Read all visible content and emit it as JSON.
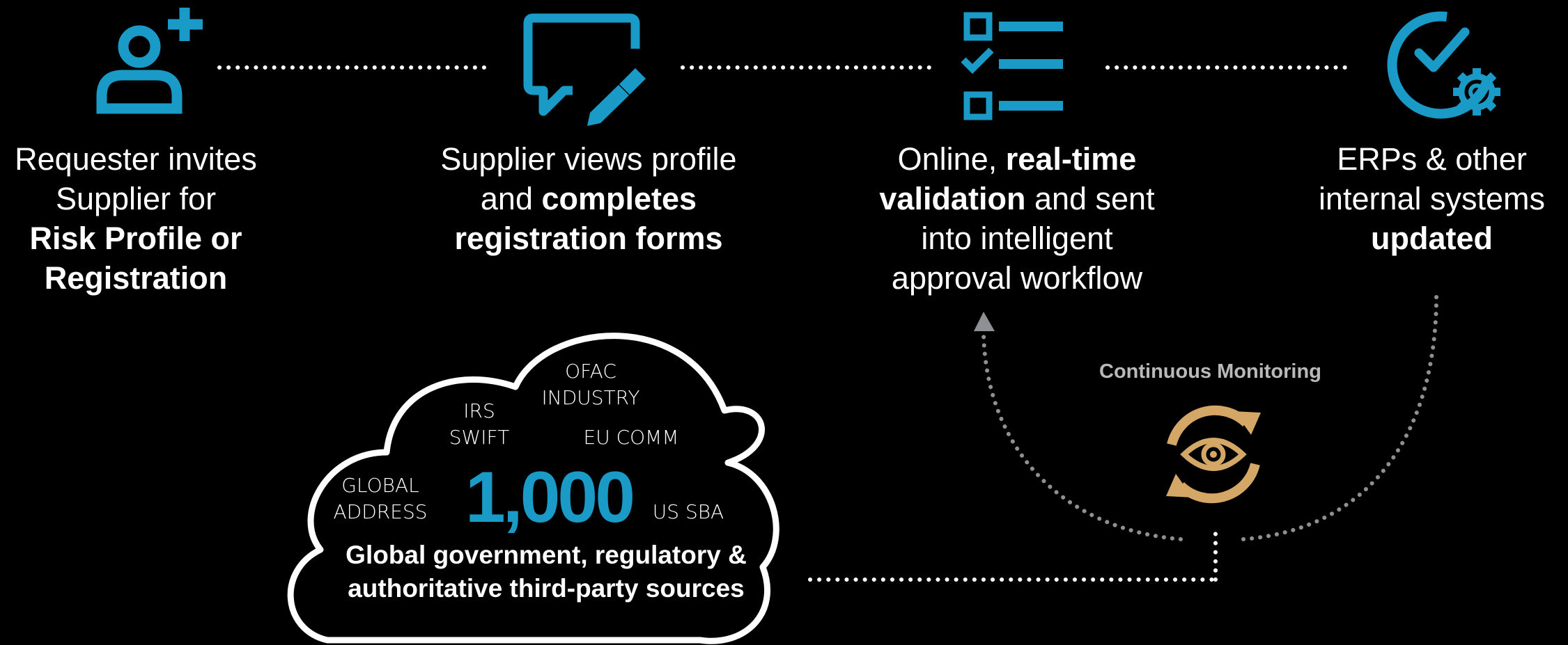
{
  "colors": {
    "accent_blue": "#1a9bc7",
    "monitor_gold": "#d4a767",
    "arrow_gray": "#8e9194",
    "background": "#000000"
  },
  "steps": [
    {
      "icon": "add-user-icon",
      "lines": [
        [
          "Requester invites",
          ""
        ],
        [
          "Supplier for",
          ""
        ],
        [
          "",
          "Risk Profile or"
        ],
        [
          "",
          "Registration"
        ]
      ]
    },
    {
      "icon": "chat-edit-icon",
      "lines": [
        [
          "Supplier views profile",
          ""
        ],
        [
          "and ",
          "completes"
        ],
        [
          "",
          "registration forms"
        ]
      ]
    },
    {
      "icon": "checklist-icon",
      "lines": [
        [
          "Online, ",
          "real-time"
        ],
        [
          "",
          "validation",
          " and sent"
        ],
        [
          "into intelligent",
          ""
        ],
        [
          "approval workflow",
          ""
        ]
      ]
    },
    {
      "icon": "check-gear-icon",
      "lines": [
        [
          "ERPs & other",
          ""
        ],
        [
          "internal systems",
          ""
        ],
        [
          "",
          "updated"
        ]
      ]
    }
  ],
  "cloud": {
    "sources": {
      "ofac": "OFAC",
      "industry": "INDUSTRY",
      "irs": "IRS",
      "swift": "SWIFT",
      "eu_comm": "EU COMM",
      "global": "GLOBAL",
      "address": "ADDRESS",
      "us_sba": "US SBA"
    },
    "count": "1,000",
    "caption_line1": "Global government, regulatory &",
    "caption_line2": "authoritative third-party sources"
  },
  "monitoring": {
    "label": "Continuous Monitoring",
    "icon": "monitoring-eye-icon"
  }
}
